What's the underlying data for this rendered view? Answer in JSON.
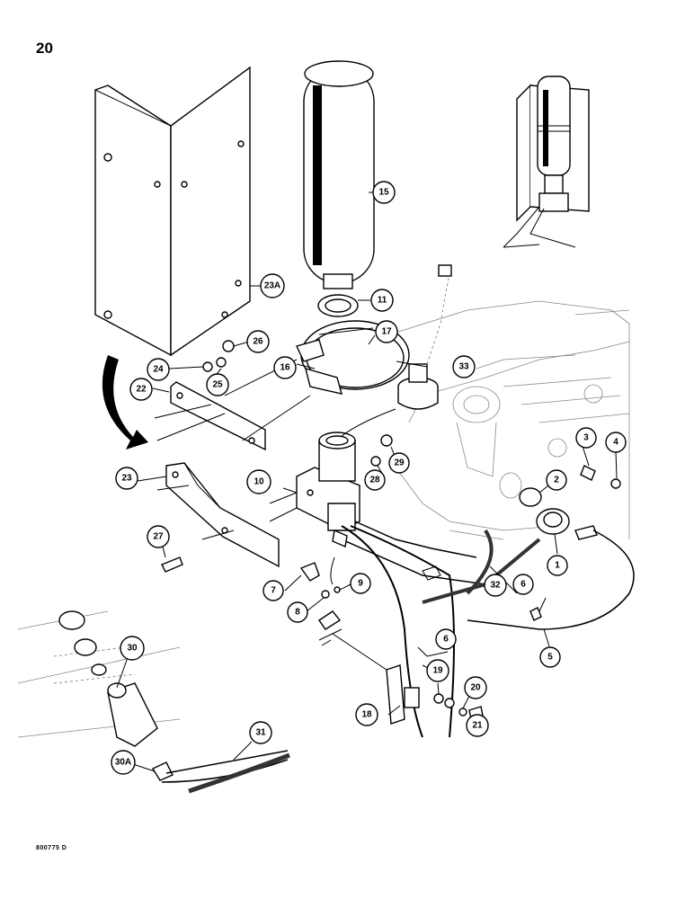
{
  "page_number": "20",
  "figure_code": "800775 D",
  "callouts": [
    {
      "id": "c1",
      "label": "1"
    },
    {
      "id": "c2",
      "label": "2"
    },
    {
      "id": "c3",
      "label": "3"
    },
    {
      "id": "c4",
      "label": "4"
    },
    {
      "id": "c5",
      "label": "5"
    },
    {
      "id": "c6a",
      "label": "6"
    },
    {
      "id": "c6b",
      "label": "6"
    },
    {
      "id": "c7",
      "label": "7"
    },
    {
      "id": "c8",
      "label": "8"
    },
    {
      "id": "c9",
      "label": "9"
    },
    {
      "id": "c10",
      "label": "10"
    },
    {
      "id": "c11",
      "label": "11"
    },
    {
      "id": "c15",
      "label": "15"
    },
    {
      "id": "c16",
      "label": "16"
    },
    {
      "id": "c17",
      "label": "17"
    },
    {
      "id": "c18",
      "label": "18"
    },
    {
      "id": "c19",
      "label": "19"
    },
    {
      "id": "c20",
      "label": "20"
    },
    {
      "id": "c21",
      "label": "21"
    },
    {
      "id": "c22",
      "label": "22"
    },
    {
      "id": "c23",
      "label": "23"
    },
    {
      "id": "c23a",
      "label": "23A"
    },
    {
      "id": "c24",
      "label": "24"
    },
    {
      "id": "c25",
      "label": "25"
    },
    {
      "id": "c26",
      "label": "26"
    },
    {
      "id": "c27",
      "label": "27"
    },
    {
      "id": "c28",
      "label": "28"
    },
    {
      "id": "c29",
      "label": "29"
    },
    {
      "id": "c30",
      "label": "30"
    },
    {
      "id": "c30a",
      "label": "30A"
    },
    {
      "id": "c31",
      "label": "31"
    },
    {
      "id": "c32",
      "label": "32"
    },
    {
      "id": "c33",
      "label": "33"
    }
  ]
}
